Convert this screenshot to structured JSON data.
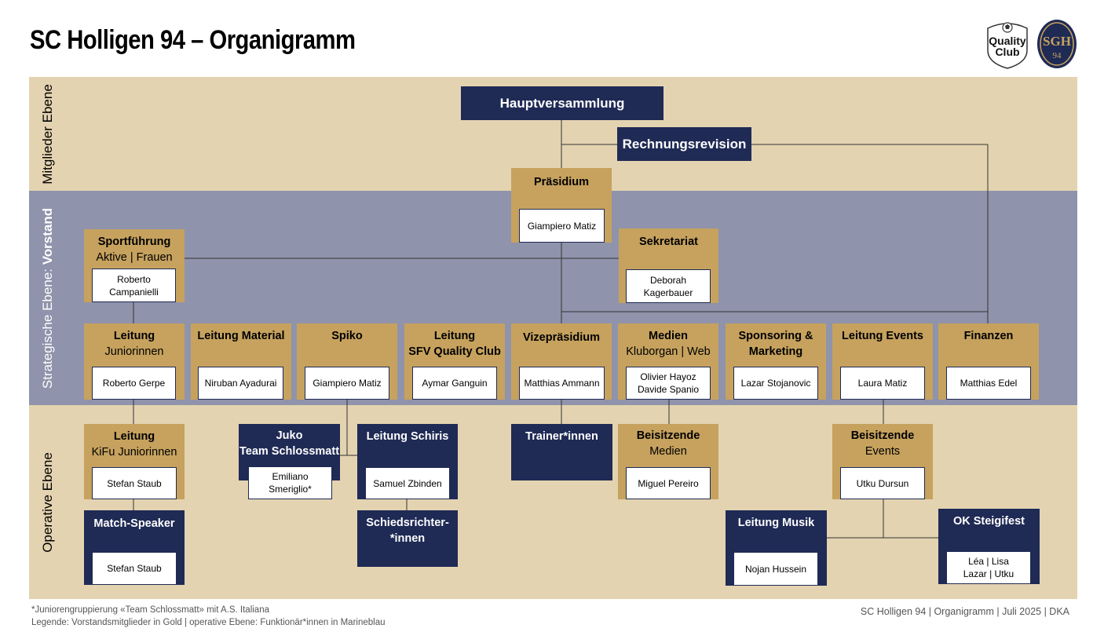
{
  "title": "SC Holligen 94 – Organigramm",
  "levels": {
    "top": "Mitglieder Ebene",
    "mid_prefix": "Strategische Ebene: ",
    "mid_bold": "Vorstand",
    "bot": "Operative Ebene"
  },
  "logos": {
    "quality_club": [
      "Quality",
      "Club"
    ],
    "sgh": "SGH",
    "sgh_sub": "94"
  },
  "top": {
    "hauptversammlung": "Hauptversammlung",
    "rechnungsrevision": "Rechnungsrevision"
  },
  "praesidium": {
    "title": "Präsidium",
    "person": "Giampiero Matiz"
  },
  "sportfuehrung": {
    "title": "Sportführung",
    "sub": "Aktive | Frauen",
    "person1": "Roberto",
    "person2": "Campanielli"
  },
  "sekretariat": {
    "title": "Sekretariat",
    "person1": "Deborah",
    "person2": "Kagerbauer"
  },
  "row": {
    "juniorinnen": {
      "title": "Leitung",
      "sub": "Juniorinnen",
      "person": "Roberto Gerpe"
    },
    "material": {
      "title": "Leitung Material",
      "person": "Niruban Ayadurai"
    },
    "spiko": {
      "title": "Spiko",
      "person": "Giampiero Matiz"
    },
    "sfv": {
      "title": "Leitung",
      "title2": "SFV Quality Club",
      "person": "Aymar Ganguin"
    },
    "vize": {
      "title": "Vizepräsidium",
      "person": "Matthias Ammann"
    },
    "medien": {
      "title": "Medien",
      "sub": "Kluborgan | Web",
      "person1": "Olivier Hayoz",
      "person2": "Davide Spanio"
    },
    "sponsoring": {
      "title": "Sponsoring &",
      "title2": "Marketing",
      "person": "Lazar Stojanovic"
    },
    "events": {
      "title": "Leitung Events",
      "person": "Laura Matiz"
    },
    "finanzen": {
      "title": "Finanzen",
      "person": "Matthias Edel"
    }
  },
  "ops": {
    "kifu": {
      "title": "Leitung",
      "sub": "KiFu Juniorinnen",
      "person": "Stefan Staub"
    },
    "matchspeaker": {
      "title": "Match-Speaker",
      "person": "Stefan Staub"
    },
    "juko": {
      "title": "Juko",
      "title2": "Team Schlossmatt",
      "person1": "Emiliano",
      "person2": "Smeriglio*"
    },
    "schiris": {
      "title": "Leitung Schiris",
      "person": "Samuel Zbinden"
    },
    "schiedsrichter": {
      "title": "Schiedsrichter-",
      "title2": "*innen"
    },
    "trainer": {
      "title": "Trainer*innen"
    },
    "bmedien": {
      "title": "Beisitzende",
      "sub": "Medien",
      "person": "Miguel Pereiro"
    },
    "bevents": {
      "title": "Beisitzende",
      "sub": "Events",
      "person": "Utku Dursun"
    },
    "musik": {
      "title": "Leitung Musik",
      "person": "Nojan Hussein"
    },
    "steigifest": {
      "title": "OK Steigifest",
      "person1": "Léa | Lisa",
      "person2": "Lazar | Utku"
    }
  },
  "footer": {
    "note1": "*Juniorengruppierung «Team Schlossmatt» mit A.S. Italiana",
    "note2": "Legende: Vorstandsmitglieder in Gold | operative Ebene: Funktionär*innen in Marineblau",
    "right": "SC Holligen 94 | Organigramm | Juli 2025 | DKA"
  },
  "colors": {
    "gold": "#c6a25e",
    "navy": "#1f2a55",
    "beige": "#e3d3b0",
    "slate": "#8f93ab"
  }
}
